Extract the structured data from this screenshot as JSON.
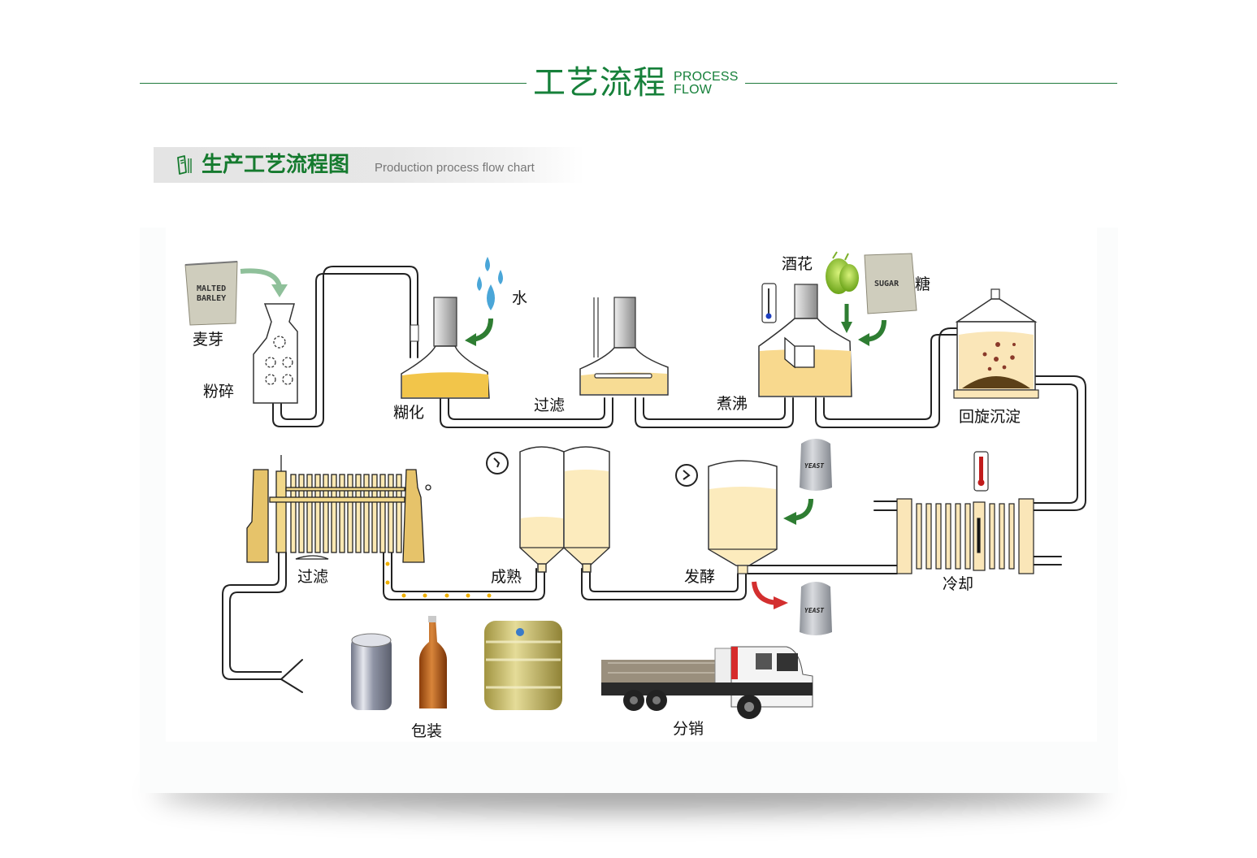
{
  "section": {
    "title": "工艺流程",
    "subtitle_line1": "PROCESS",
    "subtitle_line2": "FLOW"
  },
  "subheader": {
    "icon": "phone-document-icon",
    "title": "生产工艺流程图",
    "title_en": "Production process flow chart"
  },
  "colors": {
    "brand_green": "#16803a",
    "wort_gold": "#f2c54a",
    "wort_light": "#fbe5b0",
    "tank_beige": "#f6d98a",
    "arrow_green": "#2e7d32",
    "arrow_red": "#d32f2f"
  },
  "diagram": {
    "steps": [
      {
        "id": "malt",
        "label": "麦芽",
        "bag_text": [
          "MALTED",
          "BARLEY"
        ]
      },
      {
        "id": "milling",
        "label": "粉碎"
      },
      {
        "id": "water",
        "label": "水"
      },
      {
        "id": "mashing",
        "label": "糊化"
      },
      {
        "id": "lautering",
        "label": "过滤"
      },
      {
        "id": "hops",
        "label": "酒花"
      },
      {
        "id": "sugar",
        "label": "糖",
        "bag_text": [
          "SUGAR"
        ]
      },
      {
        "id": "boiling",
        "label": "煮沸"
      },
      {
        "id": "whirlpool",
        "label": "回旋沉淀"
      },
      {
        "id": "cooling",
        "label": "冷却"
      },
      {
        "id": "fermentation",
        "label": "发酵",
        "yeast_text": "YEAST"
      },
      {
        "id": "maturation",
        "label": "成熟"
      },
      {
        "id": "filtration",
        "label": "过滤"
      },
      {
        "id": "packaging",
        "label": "包装"
      },
      {
        "id": "distribution",
        "label": "分销"
      }
    ]
  }
}
